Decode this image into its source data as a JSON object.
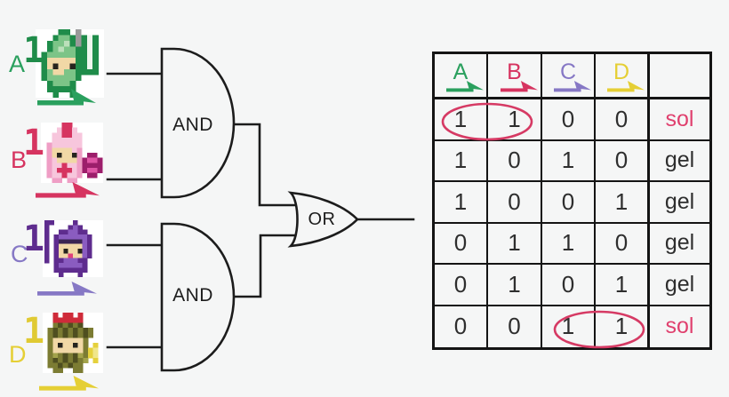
{
  "colors": {
    "background": "#f5f6f6",
    "ink": "#1c1c1c",
    "digit": "#2e2e2e",
    "sol": "#e0406e",
    "gel": "#2e2e2e",
    "highlight": "#d63a64",
    "input_colors": [
      "#2aa05e",
      "#d63460",
      "#8678c5",
      "#e5cf35"
    ],
    "count_colors": [
      "#1f8c4a",
      "#d63460",
      "#5e2c8e",
      "#e0ca33"
    ]
  },
  "inputs": [
    {
      "label": "A",
      "count": "1",
      "sprite": "green-hero-sprite"
    },
    {
      "label": "B",
      "count": "1",
      "sprite": "pink-cleric-sprite"
    },
    {
      "label": "C",
      "count": "1",
      "sprite": "purple-witch-sprite"
    },
    {
      "label": "D",
      "count": "1",
      "sprite": "olive-knight-sprite"
    }
  ],
  "gates": {
    "and_top": "AND",
    "and_bottom": "AND",
    "or": "OR"
  },
  "table": {
    "headers": [
      {
        "label": "A",
        "color_index": 0
      },
      {
        "label": "B",
        "color_index": 1
      },
      {
        "label": "C",
        "color_index": 2
      },
      {
        "label": "D",
        "color_index": 3
      },
      {
        "label": "",
        "color_index": -1
      }
    ],
    "rows": [
      {
        "values": [
          "1",
          "1",
          "0",
          "0"
        ],
        "result": "sol",
        "highlight": [
          0,
          1
        ]
      },
      {
        "values": [
          "1",
          "0",
          "1",
          "0"
        ],
        "result": "gel",
        "highlight": null
      },
      {
        "values": [
          "1",
          "0",
          "0",
          "1"
        ],
        "result": "gel",
        "highlight": null
      },
      {
        "values": [
          "0",
          "1",
          "1",
          "0"
        ],
        "result": "gel",
        "highlight": null
      },
      {
        "values": [
          "0",
          "1",
          "0",
          "1"
        ],
        "result": "gel",
        "highlight": null
      },
      {
        "values": [
          "0",
          "0",
          "1",
          "1"
        ],
        "result": "sol",
        "highlight": [
          2,
          3
        ]
      }
    ]
  }
}
